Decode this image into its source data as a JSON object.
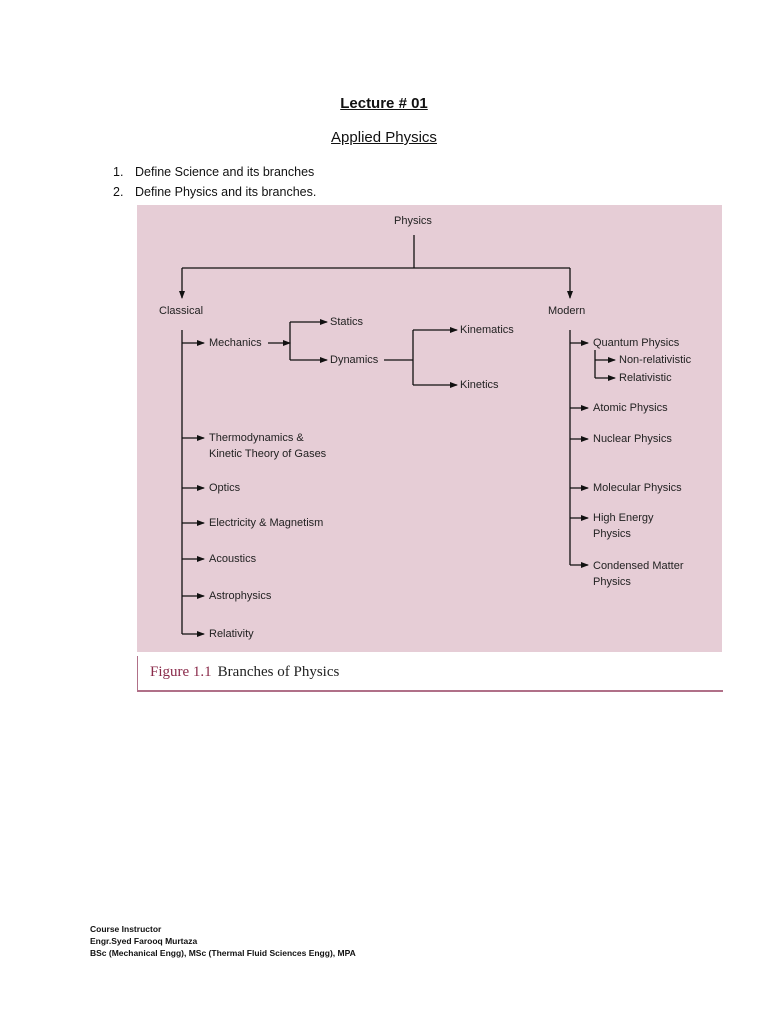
{
  "lecture_title": "Lecture # 01",
  "course_title": "Applied Physics",
  "objectives": [
    {
      "num": "1.",
      "text": "Define Science and its branches"
    },
    {
      "num": "2.",
      "text": "Define Physics and its branches."
    }
  ],
  "diagram": {
    "root": "Physics",
    "classical": {
      "label": "Classical",
      "mechanics": "Mechanics",
      "statics": "Statics",
      "dynamics": "Dynamics",
      "kinematics": "Kinematics",
      "kinetics": "Kinetics",
      "thermo_line1": "Thermodynamics &",
      "thermo_line2": "Kinetic Theory of Gases",
      "optics": "Optics",
      "electricity": "Electricity & Magnetism",
      "acoustics": "Acoustics",
      "astrophysics": "Astrophysics",
      "relativity": "Relativity"
    },
    "modern": {
      "label": "Modern",
      "quantum": "Quantum Physics",
      "non_relativistic": "Non-relativistic",
      "relativistic": "Relativistic",
      "atomic": "Atomic Physics",
      "nuclear": "Nuclear Physics",
      "molecular": "Molecular Physics",
      "high_energy_line1": "High Energy",
      "high_energy_line2": "Physics",
      "condensed_line1": "Condensed Matter",
      "condensed_line2": "Physics"
    },
    "background_color": "#e6cdd6"
  },
  "caption": {
    "figure_number": "Figure 1.1",
    "text": "Branches of Physics"
  },
  "footer": {
    "line1": "Course Instructor",
    "line2": "Engr.Syed Farooq Murtaza",
    "line3": "BSc (Mechanical Engg), MSc (Thermal Fluid Sciences Engg), MPA"
  }
}
